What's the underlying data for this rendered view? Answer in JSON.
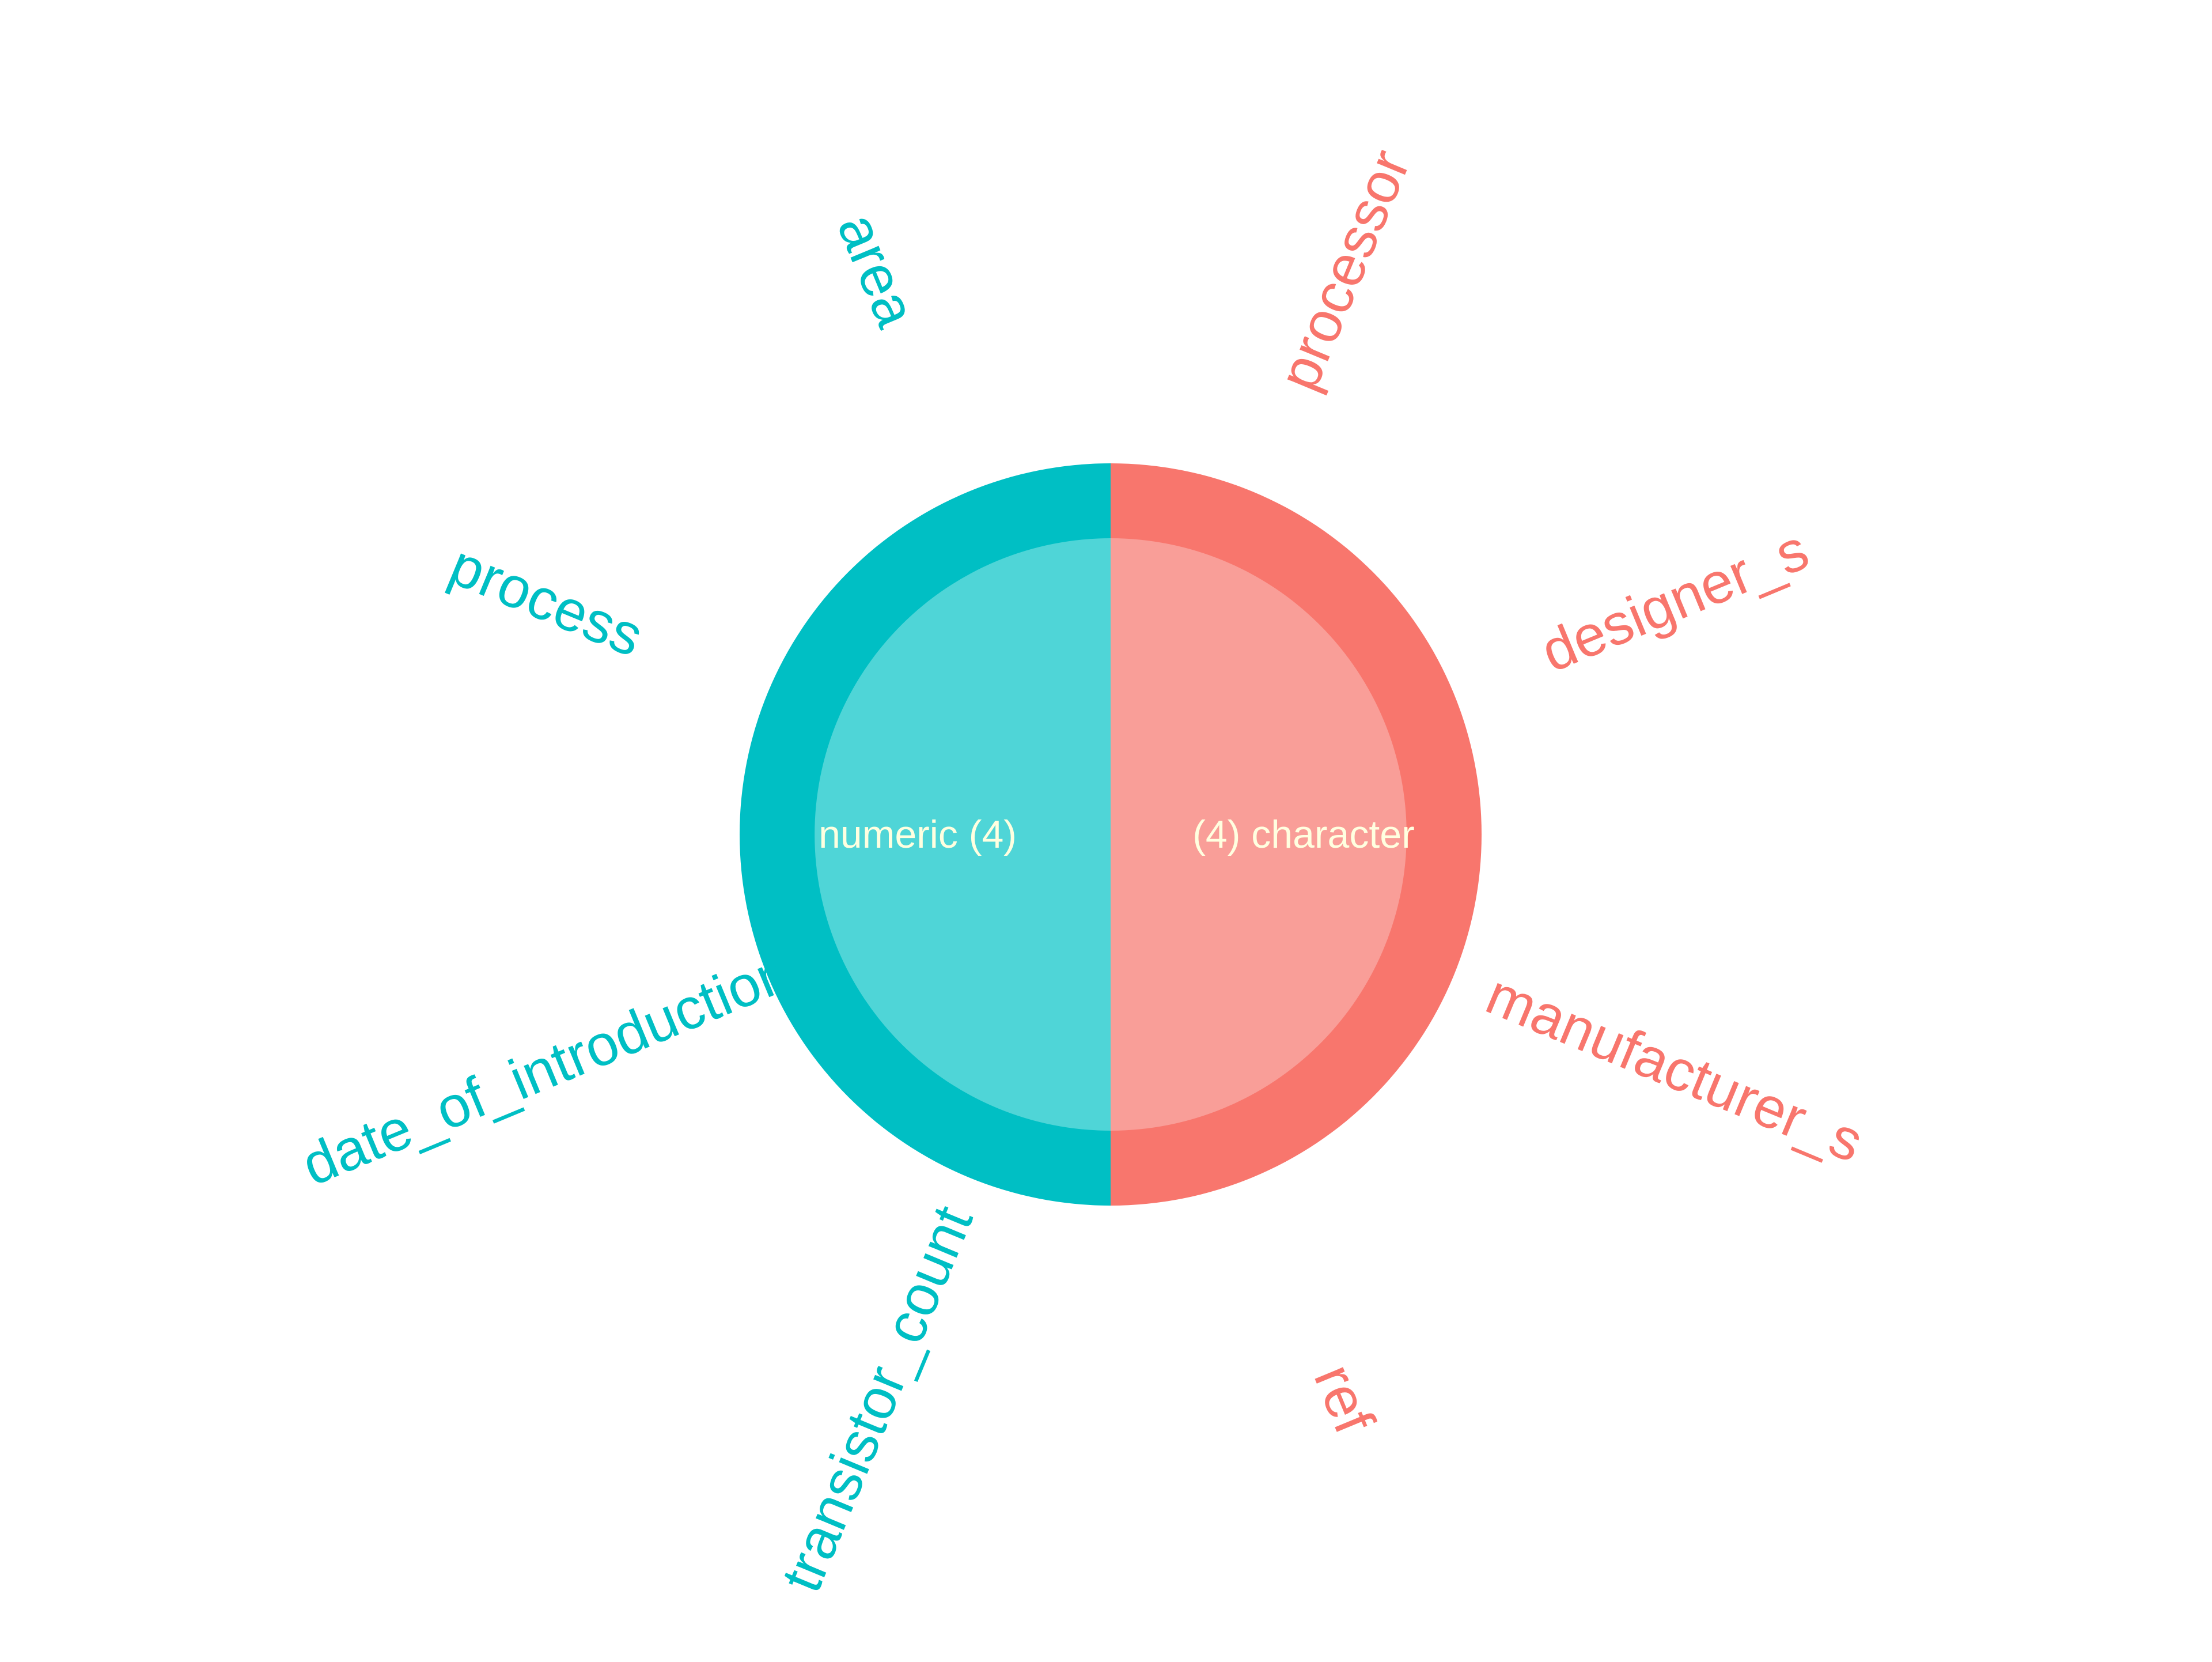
{
  "chart_data": {
    "type": "pie",
    "title": "",
    "categories": [
      {
        "key": "character",
        "label": "(4) character",
        "count": 4,
        "outer_color": "#F8766D",
        "inner_color": "#F99E98",
        "variables": [
          "processor",
          "designer_s",
          "manufacturer_s",
          "ref"
        ]
      },
      {
        "key": "numeric",
        "label": "numeric (4)",
        "count": 4,
        "outer_color": "#00BFC4",
        "inner_color": "#4FD5D7",
        "variables": [
          "transistor_count",
          "date_of_introduction",
          "process",
          "area"
        ]
      }
    ],
    "category_text_color": "#FFFFE0",
    "legend": "none"
  }
}
